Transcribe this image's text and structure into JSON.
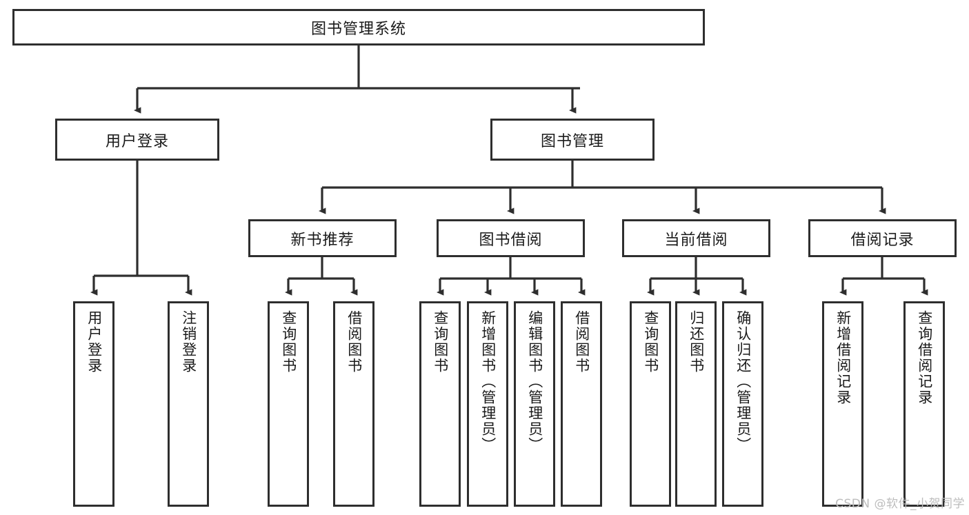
{
  "diagram": {
    "title_node": "图书管理系统",
    "watermark": "CSDN @软件_小贺同学",
    "colors": {
      "box_border": "#2e2e2e",
      "box_fill": "#ffffff",
      "connector": "#2e2e2e",
      "text": "#1a1a1a",
      "watermark": "#bdbdbd"
    },
    "level2": [
      {
        "label": "用户登录"
      },
      {
        "label": "图书管理"
      }
    ],
    "level3": [
      {
        "label": "新书推荐"
      },
      {
        "label": "图书借阅"
      },
      {
        "label": "当前借阅"
      },
      {
        "label": "借阅记录"
      }
    ],
    "leaves": {
      "user_login": [
        {
          "label": "用户登录"
        },
        {
          "label": "注销登录"
        }
      ],
      "new_book_recommend": [
        {
          "label": "查询图书"
        },
        {
          "label": "借阅图书"
        }
      ],
      "book_borrow": [
        {
          "label": "查询图书"
        },
        {
          "label": "新增图书（管理员）"
        },
        {
          "label": "编辑图书（管理员）"
        },
        {
          "label": "借阅图书"
        }
      ],
      "current_borrow": [
        {
          "label": "查询图书"
        },
        {
          "label": "归还图书"
        },
        {
          "label": "确认归还（管理员）"
        }
      ],
      "borrow_record": [
        {
          "label": "新增借阅记录"
        },
        {
          "label": "查询借阅记录"
        }
      ]
    }
  }
}
